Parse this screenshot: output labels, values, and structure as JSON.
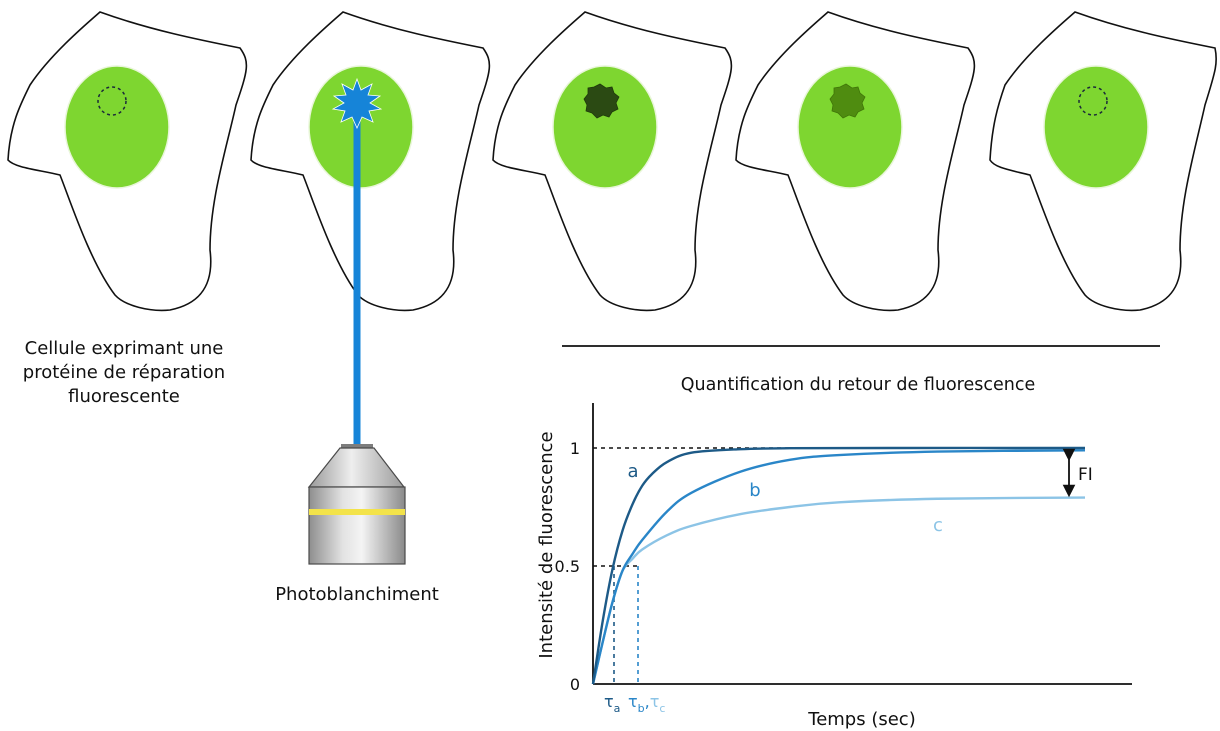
{
  "colors": {
    "nucleus": "#7ed630",
    "bleach_dark": "#2b4a13",
    "bleach_medium": "#4f8c10",
    "laser": "#1684d8",
    "curve_a": "#1d5a87",
    "curve_b": "#2a86c8",
    "curve_c": "#8cc4e6",
    "yellow_band": "#f3e34a"
  },
  "labels": {
    "cell_caption": [
      "Cellule exprimant une",
      "protéine de réparation",
      "fluorescente"
    ],
    "microscope_caption": "Photoblanchiment"
  },
  "chart_data": {
    "type": "line",
    "title": "Quantification du retour de fluorescence",
    "xlabel": "Temps (sec)",
    "ylabel": "Intensité de fluorescence",
    "ylim": [
      0,
      1.2
    ],
    "yticks": [
      0,
      0.5,
      1
    ],
    "ytick_labels": [
      "0",
      "0.5",
      "1"
    ],
    "series": [
      {
        "name": "a",
        "color": "#1d5a87",
        "plateau": 1.0,
        "t_half_label": "τa",
        "x": [
          0,
          0.02,
          0.04,
          0.06,
          0.08,
          0.1,
          0.12,
          0.15,
          0.2,
          0.3,
          0.4,
          0.6,
          1.0
        ],
        "y": [
          0,
          0.27,
          0.49,
          0.65,
          0.76,
          0.84,
          0.89,
          0.94,
          0.98,
          0.995,
          0.999,
          1.0,
          1.0
        ]
      },
      {
        "name": "b",
        "color": "#2a86c8",
        "plateau": 0.99,
        "t_half_label": "τb",
        "x": [
          0,
          0.02,
          0.04,
          0.06,
          0.08,
          0.1,
          0.15,
          0.2,
          0.3,
          0.4,
          0.5,
          0.7,
          1.0
        ],
        "y": [
          0,
          0.18,
          0.35,
          0.48,
          0.55,
          0.61,
          0.73,
          0.81,
          0.9,
          0.95,
          0.97,
          0.985,
          0.99
        ]
      },
      {
        "name": "c",
        "color": "#8cc4e6",
        "plateau": 0.79,
        "t_half_label": "τc",
        "x": [
          0,
          0.02,
          0.04,
          0.06,
          0.08,
          0.1,
          0.15,
          0.2,
          0.3,
          0.4,
          0.5,
          0.7,
          1.0
        ],
        "y": [
          0,
          0.18,
          0.35,
          0.48,
          0.53,
          0.57,
          0.63,
          0.67,
          0.72,
          0.75,
          0.77,
          0.785,
          0.79
        ]
      }
    ],
    "annotations": {
      "fi_label": "FI",
      "tau_a": "τ",
      "tau_a_sub": "a",
      "tau_bc_1": "τ",
      "tau_bc_1_sub": "b",
      "tau_bc_sep": ",",
      "tau_bc_2": "τ",
      "tau_bc_2_sub": "c"
    }
  }
}
